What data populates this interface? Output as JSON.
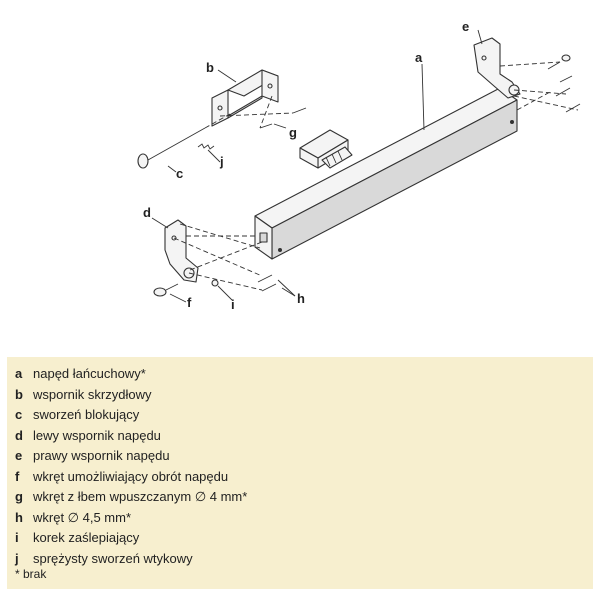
{
  "labels": {
    "a": "a",
    "b": "b",
    "c": "c",
    "d": "d",
    "e": "e",
    "f": "f",
    "g": "g",
    "h": "h",
    "i": "i",
    "j": "j"
  },
  "legend": {
    "items": [
      {
        "letter": "a",
        "text": "napęd łańcuchowy*"
      },
      {
        "letter": "b",
        "text": "wspornik skrzydłowy"
      },
      {
        "letter": "c",
        "text": "sworzeń blokujący"
      },
      {
        "letter": "d",
        "text": "lewy wspornik napędu"
      },
      {
        "letter": "e",
        "text": "prawy wspornik napędu"
      },
      {
        "letter": "f",
        "text": "wkręt umożliwiający obrót napędu"
      },
      {
        "letter": "g",
        "text": "wkręt z łbem wpuszczanym ∅ 4 mm*"
      },
      {
        "letter": "h",
        "text": "wkręt ∅ 4,5 mm*"
      },
      {
        "letter": "i",
        "text": "korek zaślepiający"
      },
      {
        "letter": "j",
        "text": "sprężysty sworzeń wtykowy"
      }
    ],
    "footnote": "* brak"
  },
  "colors": {
    "legend_background": "#f7efcf",
    "line": "#333333",
    "part_fill": "#f4f4f4"
  }
}
